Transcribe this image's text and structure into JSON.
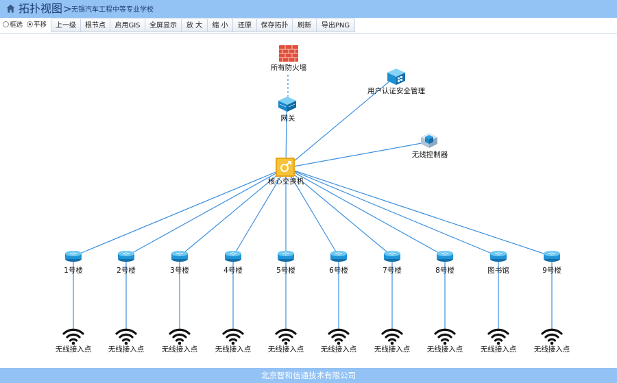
{
  "header": {
    "title": "拓扑视图",
    "separator": ">",
    "subtitle": "无锡汽车工程中等专业学校"
  },
  "toolbar": {
    "radio_select": "框选",
    "radio_pan": "平移",
    "selected_mode": "平移",
    "buttons": [
      "上一级",
      "根节点",
      "启用GIS",
      "全屏显示",
      "放 大",
      "缩 小",
      "还原",
      "保存拓扑",
      "刷新",
      "导出PNG"
    ]
  },
  "topology": {
    "firewall": "所有防火墙",
    "gateway": "网关",
    "auth": "用户认证安全管理",
    "wireless_controller": "无线控制器",
    "core_switch": "核心交换机",
    "buildings": [
      "1号楼",
      "2号楼",
      "3号楼",
      "4号楼",
      "5号楼",
      "6号楼",
      "7号楼",
      "8号楼",
      "图书馆",
      "9号楼"
    ],
    "access_point": "无线接入点"
  },
  "colors": {
    "header_bg": "#93c2f5",
    "link": "#3b8fe0",
    "router": "#2a9de0"
  },
  "footer": {
    "text": "北京智和信通技术有限公司"
  }
}
